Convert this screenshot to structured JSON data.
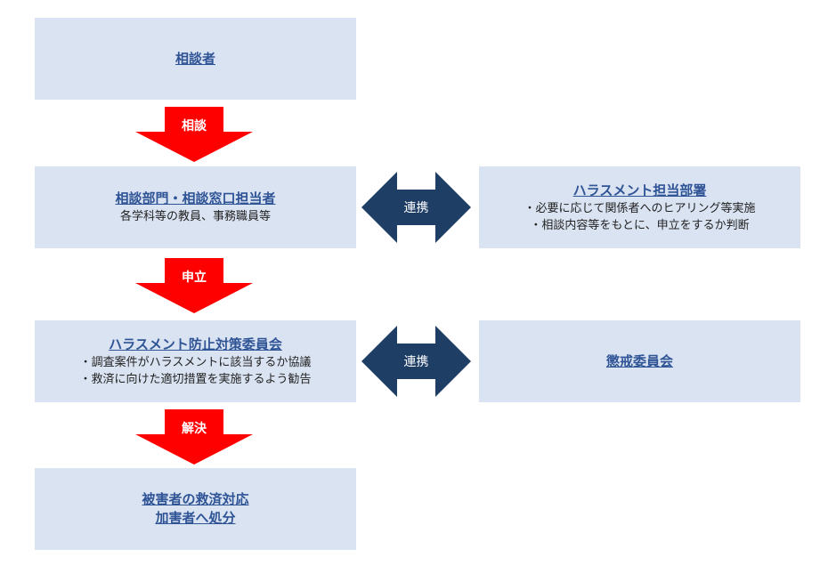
{
  "boxes": {
    "consulter": {
      "title": "相談者"
    },
    "consult_dept": {
      "title": "相談部門・相談窓口担当者",
      "sub": "各学科等の教員、事務職員等"
    },
    "harassment_dept": {
      "title": "ハラスメント担当部署",
      "items": [
        "・必要に応じて関係者へのヒアリング等実施",
        "・相談内容等をもとに、申立をするか判断"
      ]
    },
    "committee": {
      "title": "ハラスメント防止対策委員会",
      "items": [
        "・調査案件がハラスメントに該当するか協議",
        "・救済に向けた適切措置を実施するよう勧告"
      ]
    },
    "disciplinary": {
      "title": "懲戒委員会"
    },
    "result": {
      "lines": [
        "被害者の救済対応",
        "加害者へ処分"
      ]
    }
  },
  "arrows": {
    "consult": "相談",
    "petition": "申立",
    "resolve": "解決",
    "link1": "連携",
    "link2": "連携"
  },
  "colors": {
    "box_fill": "#dae3f2",
    "title_text": "#2f5496",
    "down_arrow": "#ff0000",
    "link_arrow": "#1f3e66"
  }
}
